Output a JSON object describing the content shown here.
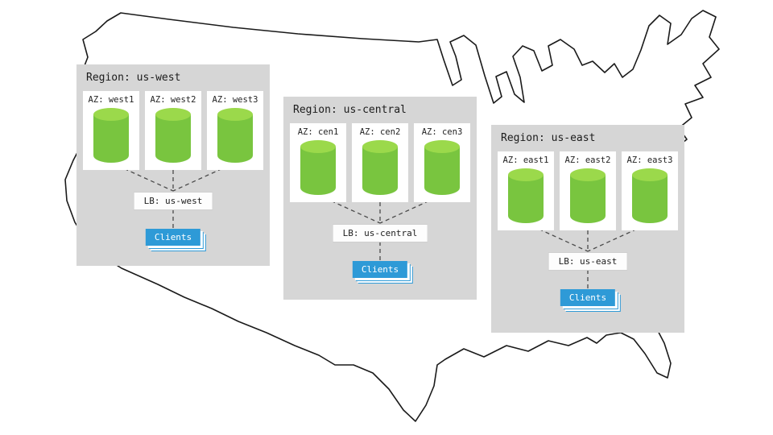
{
  "colors": {
    "region_bg": "#d6d6d6",
    "az_bg": "#ffffff",
    "cylinder_body": "#79c53f",
    "cylinder_top": "#9bd94b",
    "lb_bg": "#fdfdfd",
    "clients_bg": "#2e9ad7",
    "clients_text": "#ffffff",
    "map_stroke": "#1a1a1a",
    "connector": "#4a4a4a"
  },
  "regions": [
    {
      "title": "Region: us-west",
      "azs": [
        "AZ: west1",
        "AZ: west2",
        "AZ: west3"
      ],
      "lb": "LB: us-west",
      "clients": "Clients"
    },
    {
      "title": "Region: us-central",
      "azs": [
        "AZ: cen1",
        "AZ: cen2",
        "AZ: cen3"
      ],
      "lb": "LB: us-central",
      "clients": "Clients"
    },
    {
      "title": "Region: us-east",
      "azs": [
        "AZ: east1",
        "AZ: east2",
        "AZ: east3"
      ],
      "lb": "LB: us-east",
      "clients": "Clients"
    }
  ]
}
